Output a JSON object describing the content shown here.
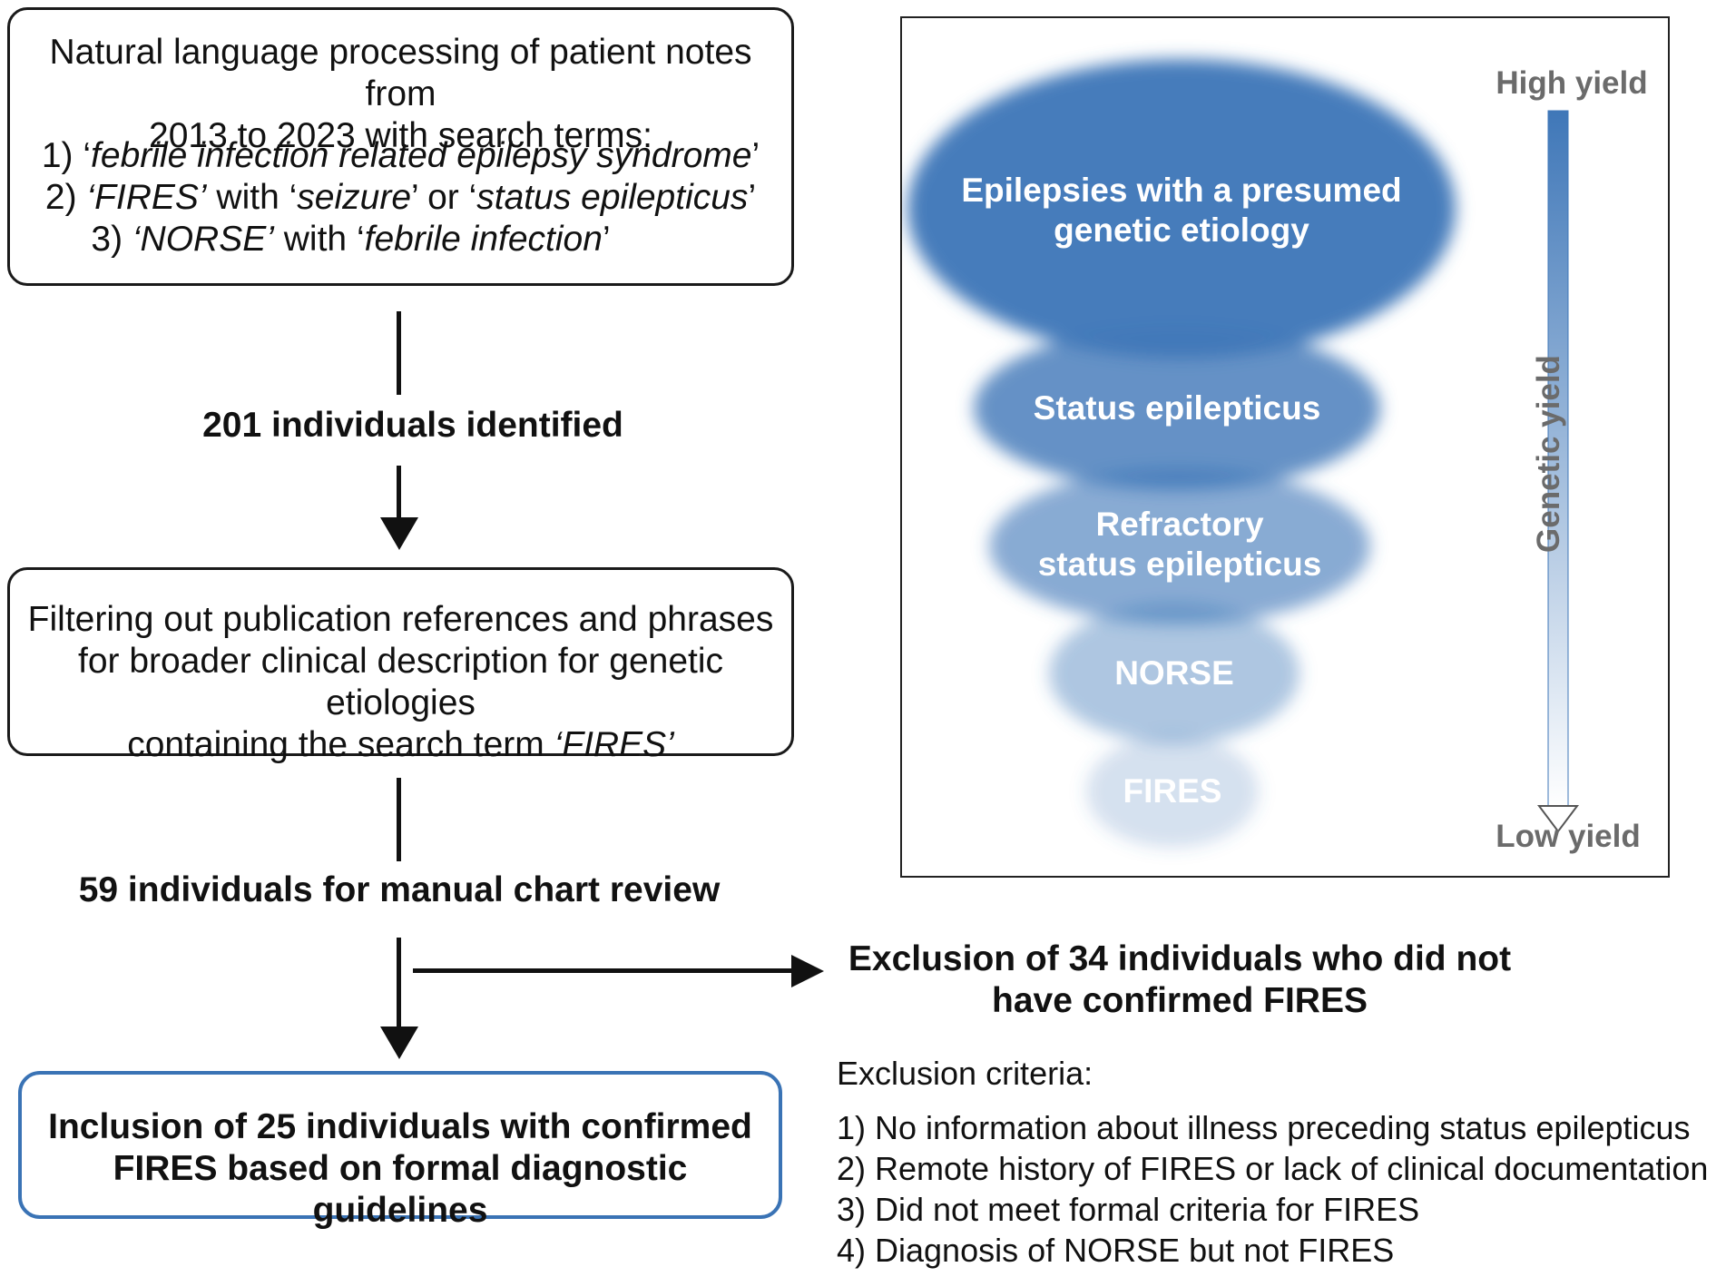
{
  "flow": {
    "box1": {
      "line1": "Natural language processing of patient notes from",
      "line2": "2013 to 2023 with search terms:",
      "t1_num": "1) ‘",
      "t1_term": "febrile infection related epilepsy syndrome",
      "t1_end": "’",
      "t2_num": "2) ",
      "t2_term1": "‘FIRES’",
      "t2_with": " with ‘",
      "t2_term2": "seizure",
      "t2_or": "’ or ‘",
      "t2_term3": "status epilepticus",
      "t2_end": "’",
      "t3_num": "3) ",
      "t3_term1": "‘NORSE’",
      "t3_with": " with ‘",
      "t3_term2": "febrile infection",
      "t3_end": "’"
    },
    "step1_label": "201 individuals identified",
    "box2": {
      "line1": "Filtering out publication references and phrases",
      "line2": "for broader clinical description for genetic etiologies",
      "line3_start": "containing the search term ",
      "line3_term": "‘FIRES’"
    },
    "step2_label": "59 individuals for manual chart review",
    "exclusion_title_line1": "Exclusion of 34 individuals who did not",
    "exclusion_title_line2": "have confirmed FIRES",
    "final_box": {
      "line1": "Inclusion of 25 individuals with confirmed",
      "line2": "FIRES based on formal diagnostic guidelines"
    },
    "criteria_heading": "Exclusion criteria:",
    "criteria": [
      "1) No information about illness preceding status epilepticus",
      "2) Remote history of FIRES or lack of clinical documentation",
      "3) Did not meet formal criteria for FIRES",
      "4) Diagnosis of NORSE but not FIRES"
    ]
  },
  "funnel": {
    "levels": [
      {
        "line1": "Epilepsies with a presumed",
        "line2": "genetic etiology"
      },
      {
        "line1": "Status epilepticus",
        "line2": ""
      },
      {
        "line1": "Refractory",
        "line2": "status epilepticus"
      },
      {
        "line1": "NORSE",
        "line2": ""
      },
      {
        "line1": "FIRES",
        "line2": ""
      }
    ],
    "axis_top": "High yield",
    "axis_bottom": "Low yield",
    "axis_label": "Genetic yield",
    "colors": {
      "primary": "#3f77b8",
      "final_box_border": "#3a73b5",
      "axis_text": "#6b6b6b"
    }
  }
}
